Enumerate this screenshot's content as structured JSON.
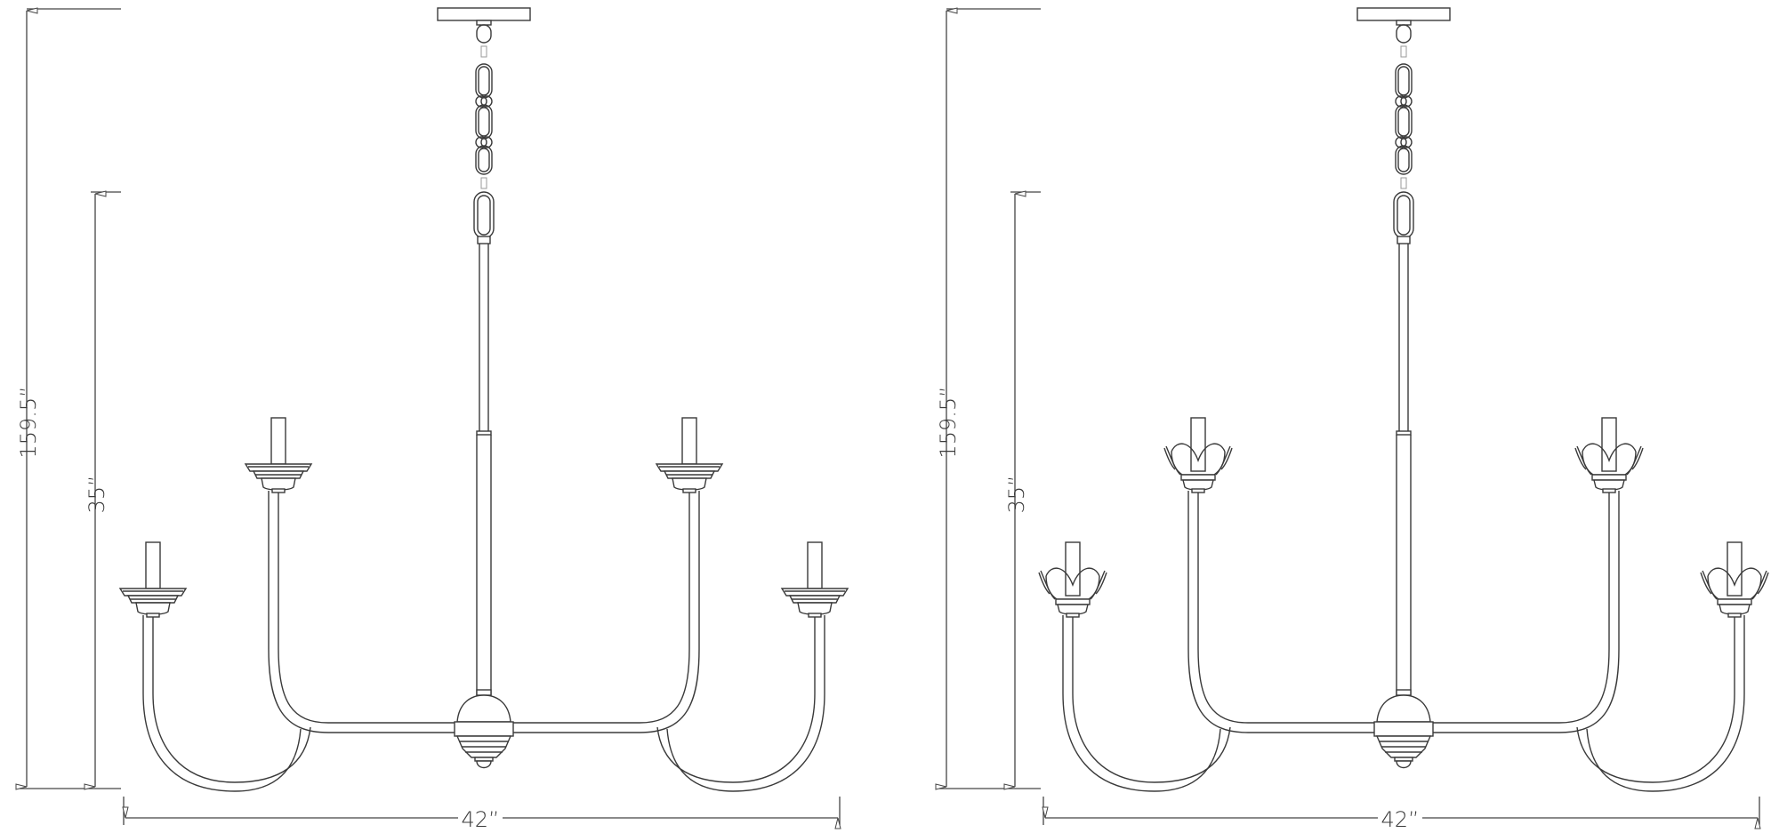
{
  "drawings": [
    {
      "id": "chandelier-cup-bobeche",
      "variant": "Stepped bobeche cups",
      "dimensions": {
        "overall_height": "159.5”",
        "fixture_height": "35”",
        "width": "42”"
      },
      "light_count": 4
    },
    {
      "id": "chandelier-petal-bobeche",
      "variant": "Petal (flower) bobeche cups",
      "dimensions": {
        "overall_height": "159.5”",
        "fixture_height": "35”",
        "width": "42”"
      },
      "light_count": 4
    }
  ],
  "colors": {
    "line": "#3a3a3a",
    "background": "#ffffff"
  }
}
